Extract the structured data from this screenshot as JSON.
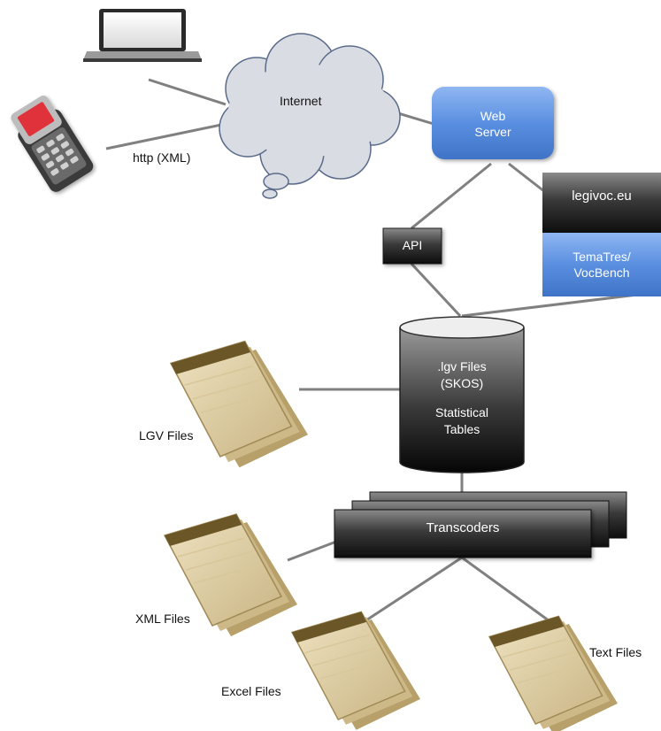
{
  "nodes": {
    "internet": "Internet",
    "http": "http (XML)",
    "web_server": [
      "Web",
      "Server"
    ],
    "legivoc": "legivoc.eu",
    "tematres": [
      "TemaTres/",
      "VocBench"
    ],
    "api": "API",
    "database": [
      ".lgv Files",
      "(SKOS)",
      "Statistical",
      "Tables"
    ],
    "transcoders": "Transcoders",
    "lgv_files": "LGV Files",
    "xml_files": "XML Files",
    "excel_files": "Excel Files",
    "text_files": "Text Files"
  },
  "colors": {
    "blue_box": "#5a8fe0",
    "dark_box": "#2b2b2b",
    "cloud": "#d9dde3",
    "connector": "#808080",
    "paper": "#d8c9a0"
  },
  "icons": [
    "laptop-icon",
    "mobile-phone-icon",
    "cloud-icon",
    "database-icon",
    "document-icon"
  ]
}
